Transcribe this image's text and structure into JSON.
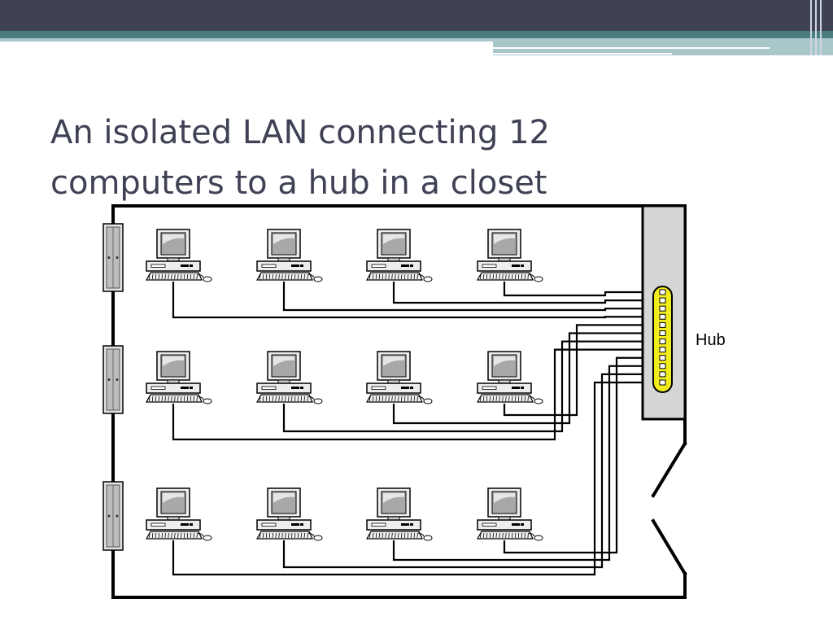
{
  "slide": {
    "title_lines": [
      "An isolated LAN connecting 12",
      "computers to a hub in a closet"
    ]
  },
  "diagram": {
    "hub_label": "Hub",
    "rows": 3,
    "computers_per_row": 4,
    "hub_ports": 12,
    "colors": {
      "title": "#3f4155",
      "top_band": "#3f4155",
      "teal_band": "#4a7d80",
      "hub_closet_fill": "#d6d6d6",
      "hub_fill": "#f3ec1c",
      "wire": "#000000"
    }
  }
}
